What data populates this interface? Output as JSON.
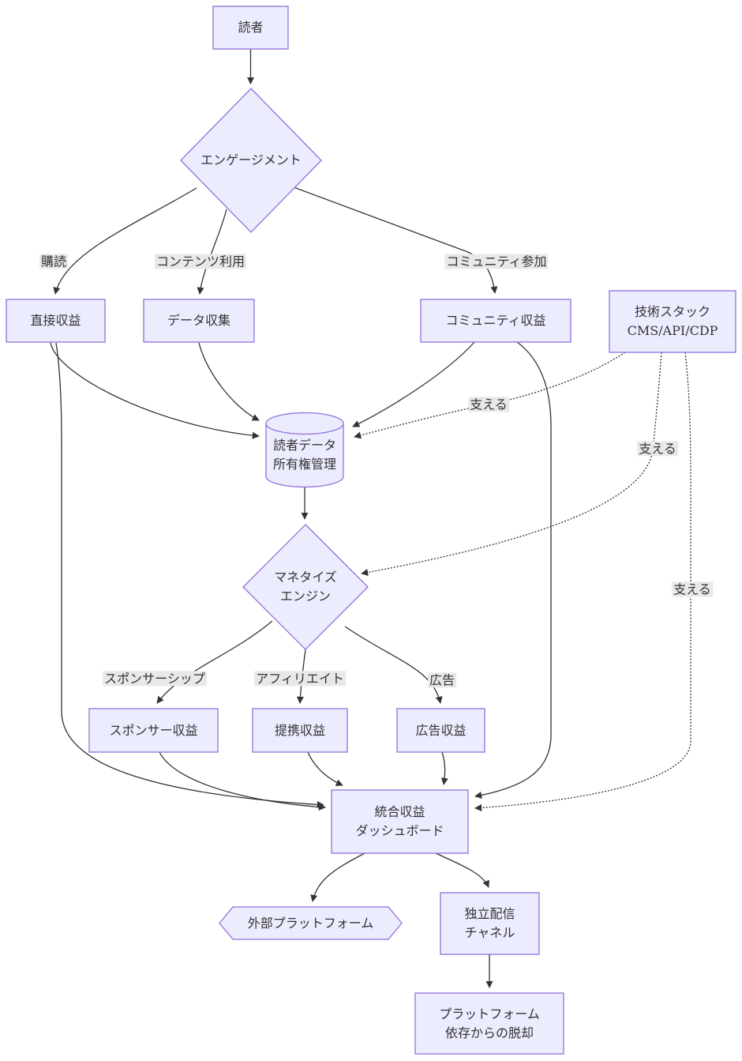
{
  "diagram": {
    "type": "flowchart",
    "direction": "top-bottom",
    "colors": {
      "node_fill": "#ECECFF",
      "node_border": "#9370DB",
      "edge_line": "#333333",
      "edge_label_bg": "#e8e8e8",
      "text": "#333333",
      "background": "#ffffff"
    },
    "nodes": {
      "reader": {
        "label": "読者",
        "shape": "rectangle"
      },
      "engagement": {
        "label": "エンゲージメント",
        "shape": "diamond"
      },
      "direct_revenue": {
        "label": "直接収益",
        "shape": "rectangle"
      },
      "data_collection": {
        "label": "データ収集",
        "shape": "rectangle"
      },
      "community_revenue": {
        "label": "コミュニティ収益",
        "shape": "rectangle"
      },
      "tech_stack": {
        "lines": [
          "技術スタック",
          "CMS/API/CDP"
        ],
        "shape": "rectangle"
      },
      "reader_data": {
        "lines": [
          "読者データ",
          "所有権管理"
        ],
        "shape": "cylinder"
      },
      "monetize_engine": {
        "lines": [
          "マネタイズ",
          "エンジン"
        ],
        "shape": "diamond"
      },
      "sponsor_revenue": {
        "label": "スポンサー収益",
        "shape": "rectangle"
      },
      "affiliate_revenue": {
        "label": "提携収益",
        "shape": "rectangle"
      },
      "ad_revenue": {
        "label": "広告収益",
        "shape": "rectangle"
      },
      "revenue_dashboard": {
        "lines": [
          "統合収益",
          "ダッシュボード"
        ],
        "shape": "rectangle"
      },
      "external_platform": {
        "label": "外部プラットフォーム",
        "shape": "hexagon"
      },
      "independent_channel": {
        "lines": [
          "独立配信",
          "チャネル"
        ],
        "shape": "rectangle"
      },
      "platform_escape": {
        "lines": [
          "プラットフォーム",
          "依存からの脱却"
        ],
        "shape": "rectangle"
      }
    },
    "edge_labels": {
      "subscribe": "購読",
      "content_use": "コンテンツ利用",
      "community_join": "コミュニティ参加",
      "sponsorship": "スポンサーシップ",
      "affiliate": "アフィリエイト",
      "ads": "広告",
      "support_data": "支える",
      "support_engine": "支える",
      "support_dashboard": "支える"
    },
    "edges": [
      {
        "from": "reader",
        "to": "engagement",
        "style": "solid"
      },
      {
        "from": "engagement",
        "to": "direct_revenue",
        "label": "購読",
        "style": "solid"
      },
      {
        "from": "engagement",
        "to": "data_collection",
        "label": "コンテンツ利用",
        "style": "solid"
      },
      {
        "from": "engagement",
        "to": "community_revenue",
        "label": "コミュニティ参加",
        "style": "solid"
      },
      {
        "from": "direct_revenue",
        "to": "reader_data",
        "style": "solid"
      },
      {
        "from": "data_collection",
        "to": "reader_data",
        "style": "solid"
      },
      {
        "from": "community_revenue",
        "to": "reader_data",
        "style": "solid"
      },
      {
        "from": "reader_data",
        "to": "monetize_engine",
        "style": "solid"
      },
      {
        "from": "monetize_engine",
        "to": "sponsor_revenue",
        "label": "スポンサーシップ",
        "style": "solid"
      },
      {
        "from": "monetize_engine",
        "to": "affiliate_revenue",
        "label": "アフィリエイト",
        "style": "solid"
      },
      {
        "from": "monetize_engine",
        "to": "ad_revenue",
        "label": "広告",
        "style": "solid"
      },
      {
        "from": "sponsor_revenue",
        "to": "revenue_dashboard",
        "style": "solid"
      },
      {
        "from": "affiliate_revenue",
        "to": "revenue_dashboard",
        "style": "solid"
      },
      {
        "from": "ad_revenue",
        "to": "revenue_dashboard",
        "style": "solid"
      },
      {
        "from": "direct_revenue",
        "to": "revenue_dashboard",
        "style": "solid"
      },
      {
        "from": "community_revenue",
        "to": "revenue_dashboard",
        "style": "solid"
      },
      {
        "from": "tech_stack",
        "to": "reader_data",
        "label": "支える",
        "style": "dotted"
      },
      {
        "from": "tech_stack",
        "to": "monetize_engine",
        "label": "支える",
        "style": "dotted"
      },
      {
        "from": "tech_stack",
        "to": "revenue_dashboard",
        "label": "支える",
        "style": "dotted"
      },
      {
        "from": "revenue_dashboard",
        "to": "external_platform",
        "style": "solid"
      },
      {
        "from": "revenue_dashboard",
        "to": "independent_channel",
        "style": "solid"
      },
      {
        "from": "independent_channel",
        "to": "platform_escape",
        "style": "solid"
      }
    ]
  }
}
